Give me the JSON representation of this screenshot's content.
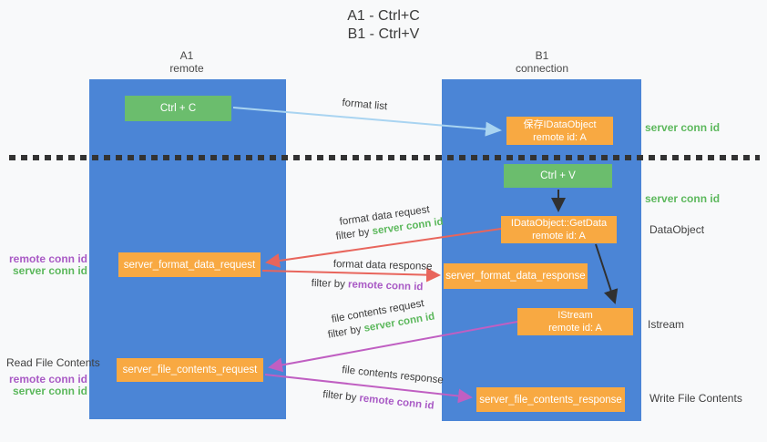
{
  "title": {
    "line1": "A1 - Ctrl+C",
    "line2": "B1 - Ctrl+V"
  },
  "lanes": {
    "a1": {
      "name": "A1",
      "subtitle": "remote"
    },
    "b1": {
      "name": "B1",
      "subtitle": "connection"
    }
  },
  "nodes": {
    "ctrl_c": {
      "label": "Ctrl + C"
    },
    "save_dataobject": {
      "line1": "保存IDataObject",
      "line2": "remote id: A"
    },
    "ctrl_v": {
      "label": "Ctrl + V"
    },
    "getdata": {
      "line1": "IDataObject::GetData",
      "line2": "remote id: A"
    },
    "format_request": {
      "label": "server_format_data_request"
    },
    "format_response": {
      "label": "server_format_data_response"
    },
    "istream": {
      "line1": "IStream",
      "line2": "remote id: A"
    },
    "file_request": {
      "label": "server_file_contents_request"
    },
    "file_response": {
      "label": "server_file_contents_response"
    }
  },
  "arrow_labels": {
    "format_list": "format list",
    "format_data_request": "format data request",
    "format_data_request_filter_prefix": "filter by ",
    "format_data_request_filter_key": "server conn id",
    "format_data_response": "format data response",
    "format_data_response_filter_prefix": "filter by ",
    "format_data_response_filter_key": "remote conn id",
    "file_contents_request": "file contents request",
    "file_contents_request_filter_prefix": "filter by ",
    "file_contents_request_filter_key": "server conn id",
    "file_contents_response": "file contents response",
    "file_contents_response_filter_prefix": "filter by ",
    "file_contents_response_filter_key": "remote conn id"
  },
  "side_labels": {
    "server_conn_id_top": "server conn id",
    "server_conn_id_mid": "server conn id",
    "dataobject": "DataObject",
    "istream": "Istream",
    "write_file_contents": "Write File Contents",
    "read_file_contents": "Read File Contents",
    "left_mid_remote": "remote conn id",
    "left_mid_server": "server conn id",
    "left_bottom_remote": "remote conn id",
    "left_bottom_server": "server conn id"
  },
  "colors": {
    "lane_blue": "#4b85d6",
    "box_green": "#6bbd6d",
    "box_orange": "#f8a942",
    "arrow_lightblue": "#a9d4f1",
    "arrow_red": "#e8655c",
    "arrow_purple": "#c05fc2",
    "arrow_black": "#303030",
    "label_green": "#5cb85c",
    "label_purple": "#a95ac5",
    "text_dark": "#3c3c3c",
    "background": "#f8f9fa"
  }
}
